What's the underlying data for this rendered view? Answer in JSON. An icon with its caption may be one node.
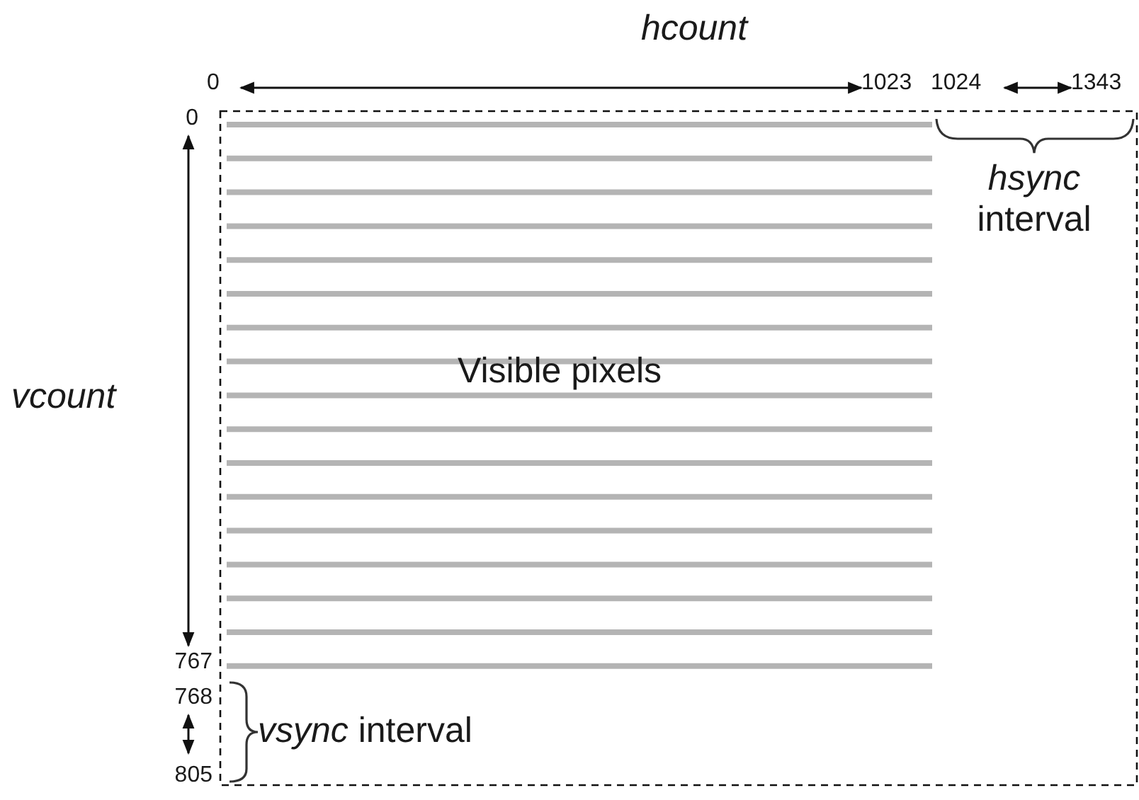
{
  "diagram": {
    "labels": [
      "hcount",
      "0",
      "1023",
      "1024",
      "1343",
      "0",
      "*hsync* interval",
      "vcount",
      "Visible pixels",
      "767",
      "768",
      "*vsync* interval",
      "805"
    ]
  }
}
